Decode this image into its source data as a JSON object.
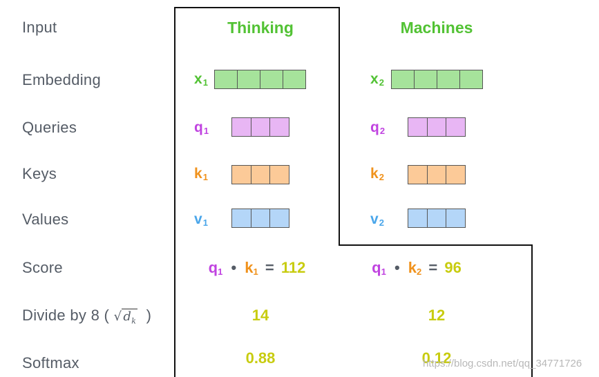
{
  "rows": {
    "input": "Input",
    "embedding": "Embedding",
    "queries": "Queries",
    "keys": "Keys",
    "values": "Values",
    "score": "Score",
    "divide_prefix": "Divide by 8 (",
    "divide_suffix": ")",
    "divide_sqrt_symbol": "√",
    "divide_sqrt_var": "d",
    "divide_sqrt_sub": "k",
    "softmax": "Softmax"
  },
  "words": [
    {
      "word": "Thinking",
      "embedding": {
        "sym": "x",
        "sub": "1",
        "cells": 4
      },
      "query": {
        "sym": "q",
        "sub": "1",
        "cells": 3
      },
      "key": {
        "sym": "k",
        "sub": "1",
        "cells": 3
      },
      "value": {
        "sym": "v",
        "sub": "1",
        "cells": 3
      },
      "score": {
        "q": "q",
        "q_sub": "1",
        "dot": "•",
        "k": "k",
        "k_sub": "1",
        "eq": "=",
        "result": "112"
      },
      "divided": "14",
      "softmax": "0.88"
    },
    {
      "word": "Machines",
      "embedding": {
        "sym": "x",
        "sub": "2",
        "cells": 4
      },
      "query": {
        "sym": "q",
        "sub": "2",
        "cells": 3
      },
      "key": {
        "sym": "k",
        "sub": "2",
        "cells": 3
      },
      "value": {
        "sym": "v",
        "sub": "2",
        "cells": 3
      },
      "score": {
        "q": "q",
        "q_sub": "1",
        "dot": "•",
        "k": "k",
        "k_sub": "2",
        "eq": "=",
        "result": "96"
      },
      "divided": "12",
      "softmax": "0.12"
    }
  ],
  "colors": {
    "embedding": "#a6e39b",
    "query": "#e8b6f4",
    "key": "#fcca98",
    "value": "#b4d6f8",
    "word": "#52c234",
    "result": "#c8cc10"
  },
  "watermark": "https://blog.csdn.net/qq_34771726"
}
